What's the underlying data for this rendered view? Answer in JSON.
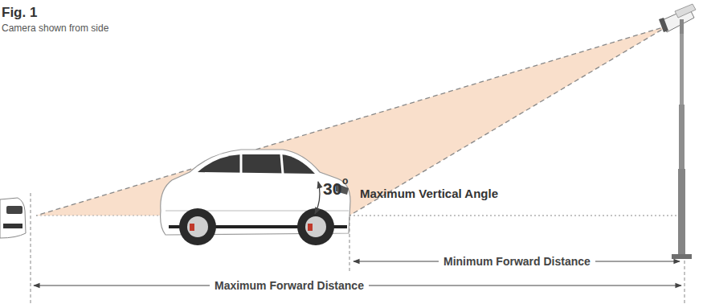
{
  "diagram": {
    "title": "Fig. 1",
    "caption": "Camera shown from side",
    "labels": [
      "30",
      "o",
      "Maximum Vertical Angle",
      "Minimum Forward Distance",
      "Maximum Forward Distance"
    ]
  }
}
